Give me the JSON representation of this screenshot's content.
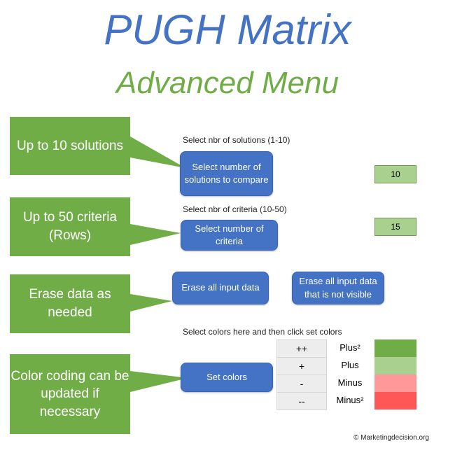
{
  "header": {
    "title": "PUGH Matrix",
    "subtitle": "Advanced Menu"
  },
  "callouts": [
    "Up to 10 solutions",
    "Up to 50 criteria (Rows)",
    "Erase data as needed",
    "Color coding can be updated if necessary"
  ],
  "solutions": {
    "label": "Select nbr of solutions (1-10)",
    "button": "Select number of solutions to compare",
    "value": "10"
  },
  "criteria": {
    "label": "Select nbr of criteria (10-50)",
    "button": "Select number of criteria",
    "value": "15"
  },
  "erase": {
    "all": "Erase all input data",
    "not_visible": "Erase all input data that is not visible"
  },
  "colors": {
    "label": "Select colors here and then click set colors",
    "button": "Set colors",
    "rows": [
      {
        "symbol": "++",
        "name": "Plus²",
        "color": "#70ad47"
      },
      {
        "symbol": "+",
        "name": "Plus",
        "color": "#a9d08e"
      },
      {
        "symbol": "-",
        "name": "Minus",
        "color": "#ff9999"
      },
      {
        "symbol": "--",
        "name": "Minus²",
        "color": "#ff5757"
      }
    ]
  },
  "footer": "© Marketingdecision.org",
  "accent": {
    "blue": "#4472c4",
    "green": "#70ad47"
  }
}
